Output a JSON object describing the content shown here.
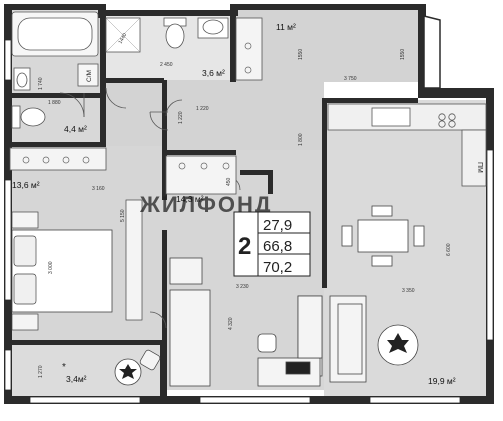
{
  "rooms": {
    "room": "13,6 м²",
    "bath": "4,4 м²",
    "shower": "3,6 м²",
    "corridor_top": "11 м²",
    "hall": "14,3 м²",
    "living": "19,9 м²",
    "balcony": "3,4м²"
  },
  "summary": {
    "rooms_count": "2",
    "living_area": "27,9",
    "total_area": "66,8",
    "full_area": "70,2"
  },
  "labels": {
    "washer": "С/М",
    "fridge": "ПМ",
    "shower_tray": "1440",
    "balcony_star": "*",
    "watermark": "ЖИЛФОНД"
  },
  "dims": {
    "d_top_shower": "2 450",
    "d_top_right": "1550",
    "d_right_col": "1550",
    "d_mid_h": "3 750",
    "d_bath_h": "1 880",
    "d_bath_side": "1 740",
    "d_corr_h": "1 220",
    "d_corr_v": "1 220",
    "d_room_h": "3 160",
    "d_room_v": "5 150",
    "d_room_v2": "3 000",
    "d_hall_v": "1 800",
    "d_living_v": "6 600",
    "d_living_h": "3 350",
    "d_hall_h": "3 230",
    "d_hall_v2": "4 320",
    "d_balc": "1 270",
    "d_small": "450"
  }
}
